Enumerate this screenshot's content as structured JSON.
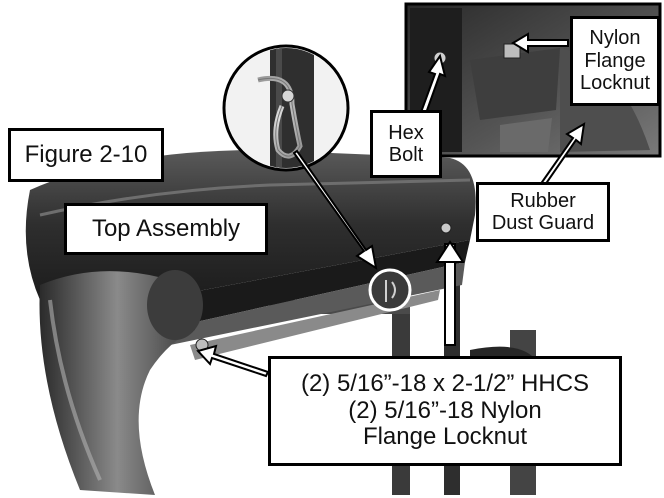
{
  "figure_label": "Figure 2-10",
  "assembly_label": "Top Assembly",
  "callouts": {
    "nylon_flange_locknut": [
      "Nylon",
      "Flange",
      "Locknut"
    ],
    "hex_bolt": [
      "Hex",
      "Bolt"
    ],
    "rubber_dust_guard": [
      "Rubber",
      "Dust Guard"
    ],
    "hardware": [
      "(2) 5/16”-18 x 2-1/2” HHCS",
      "(2) 5/16”-18 Nylon",
      "Flange Locknut"
    ]
  }
}
